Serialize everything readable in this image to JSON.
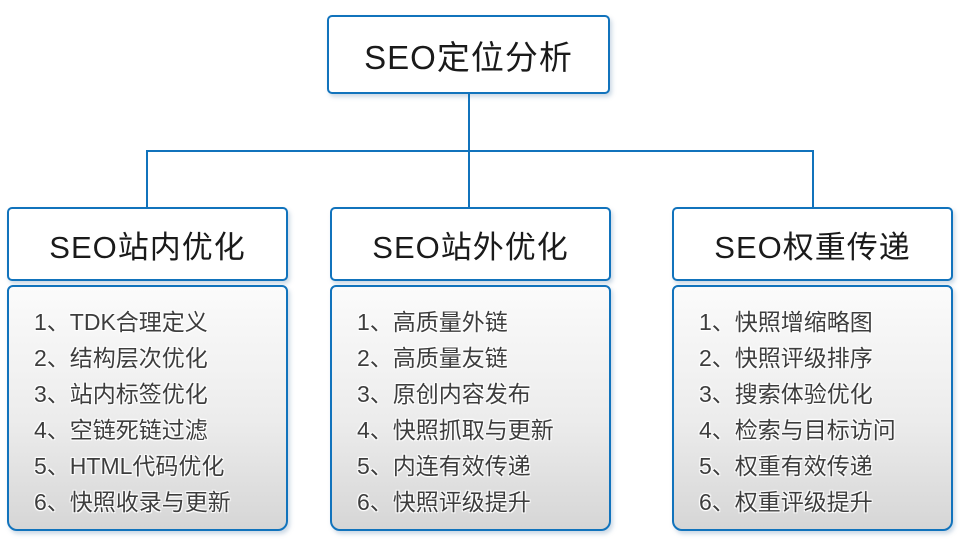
{
  "root": {
    "title": "SEO定位分析"
  },
  "columns": [
    {
      "title": "SEO站内优化",
      "items": [
        "1、TDK合理定义",
        "2、结构层次优化",
        "3、站内标签优化",
        "4、空链死链过滤",
        "5、HTML代码优化",
        "6、快照收录与更新"
      ]
    },
    {
      "title": "SEO站外优化",
      "items": [
        "1、高质量外链",
        "2、高质量友链",
        "3、原创内容发布",
        "4、快照抓取与更新",
        "5、内连有效传递",
        "6、快照评级提升"
      ]
    },
    {
      "title": "SEO权重传递",
      "items": [
        "1、快照增缩略图",
        "2、快照评级排序",
        "3、搜索体验优化",
        "4、检索与目标访问",
        "5、权重有效传递",
        "6、权重评级提升"
      ]
    }
  ],
  "colors": {
    "accent_blue": "#1173bc",
    "list_bg_top": "#fbfbfb",
    "list_bg_bottom": "#d6d6d6",
    "item_text": "#3d3d3d",
    "heading_text": "#1a1a1a"
  }
}
